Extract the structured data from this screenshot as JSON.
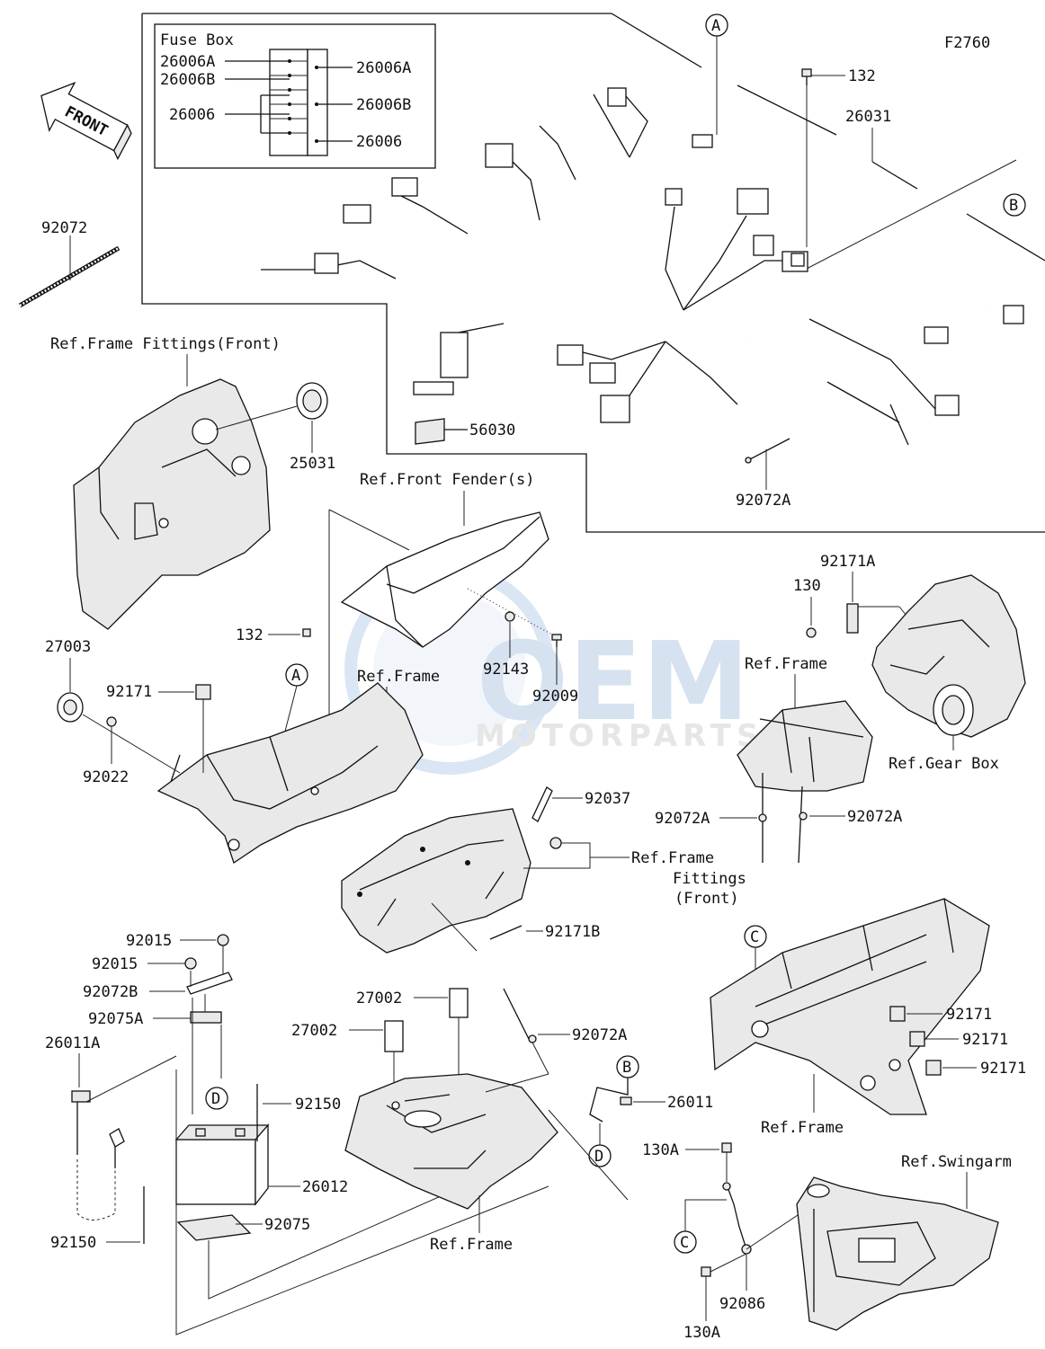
{
  "figure_code": "F2760",
  "watermark": {
    "brand": "OEM",
    "sub": "MOTORPARTS"
  },
  "front_arrow": "FRONT",
  "fuse_box": {
    "title": "Fuse Box",
    "left_labels": [
      "26006A",
      "26006B",
      "26006"
    ],
    "right_labels": [
      "26006A",
      "26006B",
      "26006"
    ]
  },
  "callouts": [
    "A",
    "B",
    "A",
    "C",
    "B",
    "D",
    "D",
    "C"
  ],
  "part_labels": {
    "p132_top": "132",
    "p26031": "26031",
    "p92072": "92072",
    "p56030": "56030",
    "p92072A_top": "92072A",
    "p25031": "25031",
    "ref_frame_fittings_front": "Ref.Frame Fittings(Front)",
    "ref_front_fenders": "Ref.Front Fender(s)",
    "p132_mid": "132",
    "p27003": "27003",
    "p92171_left": "92171",
    "p92022": "92022",
    "ref_frame_mid": "Ref.Frame",
    "p92143": "92143",
    "p92009": "92009",
    "p92171A": "92171A",
    "p130": "130",
    "ref_frame_right": "Ref.Frame",
    "ref_gear_box": "Ref.Gear Box",
    "p92037": "92037",
    "ref_frame_fittings_front_2a": "Ref.Frame",
    "ref_frame_fittings_front_2b": "Fittings",
    "ref_frame_fittings_front_2c": "(Front)",
    "p92072A_r1": "92072A",
    "p92072A_r2": "92072A",
    "p92171B": "92171B",
    "p92015_a": "92015",
    "p92015_b": "92015",
    "p92072B": "92072B",
    "p92075A": "92075A",
    "p26011A": "26011A",
    "p92150_a": "92150",
    "p26012": "26012",
    "p92075": "92075",
    "p92150_b": "92150",
    "p27002_a": "27002",
    "p27002_b": "27002",
    "p92072A_bot": "92072A",
    "p26011": "26011",
    "ref_frame_bottom": "Ref.Frame",
    "p92171_r1": "92171",
    "p92171_r2": "92171",
    "p92171_r3": "92171",
    "ref_frame_rear": "Ref.Frame",
    "p130A_a": "130A",
    "ref_swingarm": "Ref.Swingarm",
    "p92086": "92086",
    "p130A_b": "130A"
  }
}
